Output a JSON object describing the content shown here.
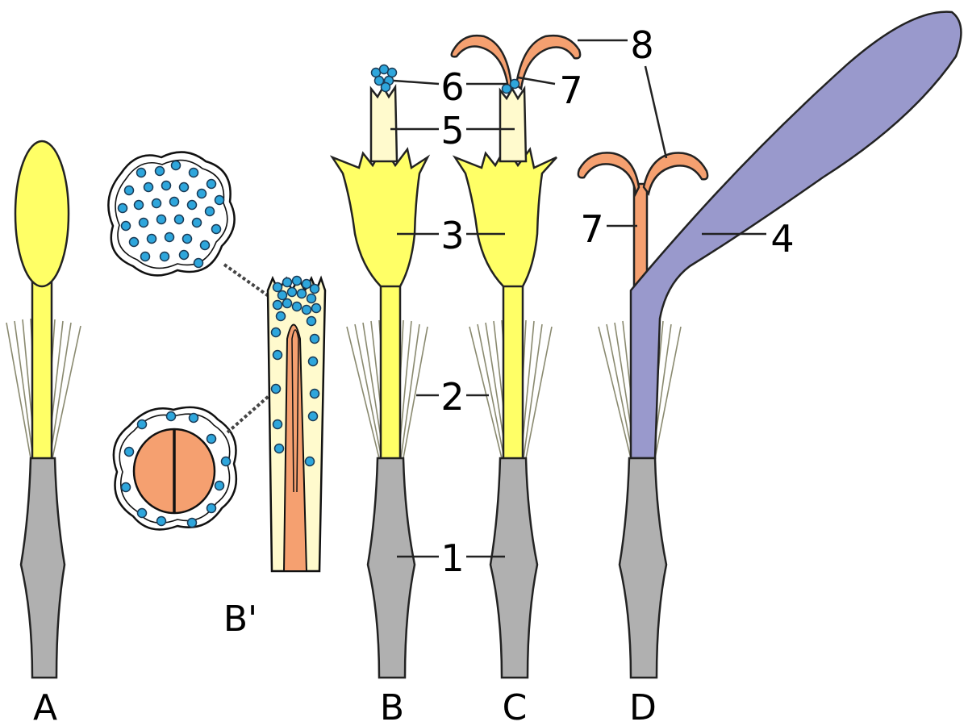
{
  "panels": {
    "a": "A",
    "b_prime": "B'",
    "b": "B",
    "c": "C",
    "d": "D"
  },
  "labels": {
    "n1": "1",
    "n2": "2",
    "n3": "3",
    "n4": "4",
    "n5": "5",
    "n6": "6",
    "n7_top": "7",
    "n7_left": "7",
    "n8": "8"
  },
  "colors": {
    "ovary": "#b0b0b0",
    "corolla": "#ffff66",
    "anther_tube": "#fffacd",
    "style": "#f5a070",
    "ligule": "#9999cc",
    "pollen": "#2ea6dc",
    "pappus": "#8a8a70"
  }
}
